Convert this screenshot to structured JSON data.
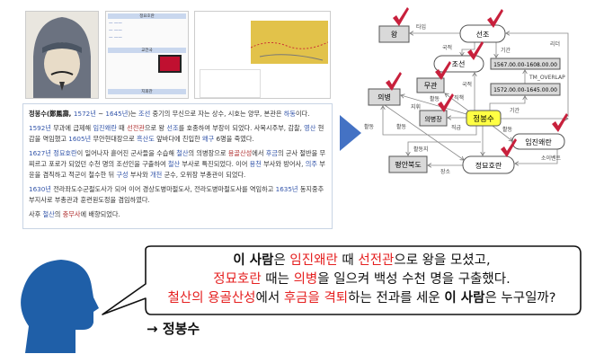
{
  "images": {
    "portrait": "portrait-image",
    "infobox": {
      "title": "정묘호란",
      "section2": "교전국",
      "section3": "지휘관"
    },
    "map": "map-image"
  },
  "article": {
    "paragraphs": [
      [
        {
          "t": "정봉수(鄭鳳壽, ",
          "c": "bold"
        },
        {
          "t": "1572년",
          "c": "link"
        },
        {
          "t": " ~ ",
          "c": ""
        },
        {
          "t": "1645년",
          "c": "link"
        },
        {
          "t": ")는 ",
          "c": ""
        },
        {
          "t": "조선",
          "c": "link"
        },
        {
          "t": " 중기의 무신으로 자는 상수, 시호는 양무, 본관은 ",
          "c": ""
        },
        {
          "t": "하동",
          "c": "link"
        },
        {
          "t": "이다.",
          "c": ""
        }
      ],
      [
        {
          "t": "1592년",
          "c": "link"
        },
        {
          "t": " 무과에 급제해 ",
          "c": ""
        },
        {
          "t": "임진왜란",
          "c": "link"
        },
        {
          "t": " 때 ",
          "c": ""
        },
        {
          "t": "선전관",
          "c": "red"
        },
        {
          "t": "으로 왕 ",
          "c": ""
        },
        {
          "t": "선조",
          "c": "link"
        },
        {
          "t": "를 호종하여 부장이 되었다. 사복시주부, 감찰, ",
          "c": ""
        },
        {
          "t": "영산",
          "c": "link"
        },
        {
          "t": " 현감을 역임했고 ",
          "c": ""
        },
        {
          "t": "1605년",
          "c": "link"
        },
        {
          "t": " 무안현대장으로 ",
          "c": ""
        },
        {
          "t": "흑산도",
          "c": "link"
        },
        {
          "t": " 앞바다에 친입한 ",
          "c": ""
        },
        {
          "t": "왜구",
          "c": "link"
        },
        {
          "t": " 6명을 죽였다.",
          "c": ""
        }
      ],
      [
        {
          "t": "1627년",
          "c": "link"
        },
        {
          "t": " ",
          "c": ""
        },
        {
          "t": "정묘호란",
          "c": "link"
        },
        {
          "t": "이 일어나자 흩어진 군사들을 수습해 ",
          "c": ""
        },
        {
          "t": "철산",
          "c": "link"
        },
        {
          "t": "의 의병장으로 ",
          "c": ""
        },
        {
          "t": "용골산성",
          "c": "red"
        },
        {
          "t": "에서 ",
          "c": ""
        },
        {
          "t": "후금",
          "c": "link"
        },
        {
          "t": "의 군사 절반을 무찌르고 포로가 되었던 수천 명의 조선인을 구출하여 ",
          "c": ""
        },
        {
          "t": "철산",
          "c": "link"
        },
        {
          "t": " 부사로 특진되었다. 이어 ",
          "c": ""
        },
        {
          "t": "용천",
          "c": "link"
        },
        {
          "t": " 부사와 방어사, ",
          "c": ""
        },
        {
          "t": "의주",
          "c": "link"
        },
        {
          "t": " 부윤을 겸직하고 적군이 철수한 뒤 ",
          "c": ""
        },
        {
          "t": "구성",
          "c": "link"
        },
        {
          "t": " 부사와 ",
          "c": ""
        },
        {
          "t": "개천",
          "c": "link"
        },
        {
          "t": " 군수, 오위장 부총관이 되었다.",
          "c": ""
        }
      ],
      [
        {
          "t": "1630년",
          "c": "link"
        },
        {
          "t": " 전라좌도수군절도사가 되어 이어 경상도병마절도사, 전라도병마절도사를 역임하고 ",
          "c": ""
        },
        {
          "t": "1635년",
          "c": "link"
        },
        {
          "t": " 동지중추부지사로 부총관과 훈련원도정을 겸임하였다.",
          "c": ""
        }
      ],
      [
        {
          "t": "사후 ",
          "c": ""
        },
        {
          "t": "철산",
          "c": "link"
        },
        {
          "t": "의 ",
          "c": ""
        },
        {
          "t": "충무사",
          "c": "red"
        },
        {
          "t": "에 배향되었다.",
          "c": ""
        }
      ]
    ]
  },
  "graph": {
    "nodes": {
      "king": "왕",
      "seonjo": "선조",
      "joseon": "조선",
      "period1": "1567.00.00-1608.00.00",
      "period2": "1572.00.00-1645.00.00",
      "mugwan": "무관",
      "uibyeong": "의병",
      "uibyeongjang": "의병장",
      "jeongbongsu": "정봉수",
      "imjin": "임진왜란",
      "pyeongan": "평안북도",
      "jeongmyo": "정묘호란"
    },
    "edges": {
      "type": "타입",
      "nat1": "국적",
      "period": "기간",
      "leader": "리더",
      "overlap": "TM_OVERLAP",
      "nat2": "국적",
      "position": "직책",
      "act1": "활동",
      "command": "지휘",
      "period2": "기간",
      "rank": "직급",
      "act2": "활동",
      "act3": "활동",
      "act4": "활동",
      "actplace": "활동지",
      "subevent": "소이벤트",
      "place": "장소"
    },
    "colors": {
      "check": "#c8203c",
      "highlight": "#ffff44",
      "box": "#d9d9d9"
    }
  },
  "question": {
    "line1": [
      {
        "t": "이 사람",
        "c": "b"
      },
      {
        "t": "은 ",
        "c": ""
      },
      {
        "t": "임진왜란",
        "c": "r"
      },
      {
        "t": " 때 ",
        "c": ""
      },
      {
        "t": "선전관",
        "c": "r"
      },
      {
        "t": "으로 왕을 모셨고,",
        "c": ""
      }
    ],
    "line2": [
      {
        "t": "정묘호란",
        "c": "r"
      },
      {
        "t": " 때는 ",
        "c": ""
      },
      {
        "t": "의병",
        "c": "r"
      },
      {
        "t": "을 일으켜 백성 수천 명을 구출했다.",
        "c": ""
      }
    ],
    "line3": [
      {
        "t": "철산의 용골산성",
        "c": "r"
      },
      {
        "t": "에서 ",
        "c": ""
      },
      {
        "t": "후금을 격퇴",
        "c": "r"
      },
      {
        "t": "하는 전과를 세운 ",
        "c": ""
      },
      {
        "t": "이 사람",
        "c": "b"
      },
      {
        "t": "은 누구일까?",
        "c": ""
      }
    ]
  },
  "answer": {
    "arrow": "→",
    "text": "정봉수"
  }
}
